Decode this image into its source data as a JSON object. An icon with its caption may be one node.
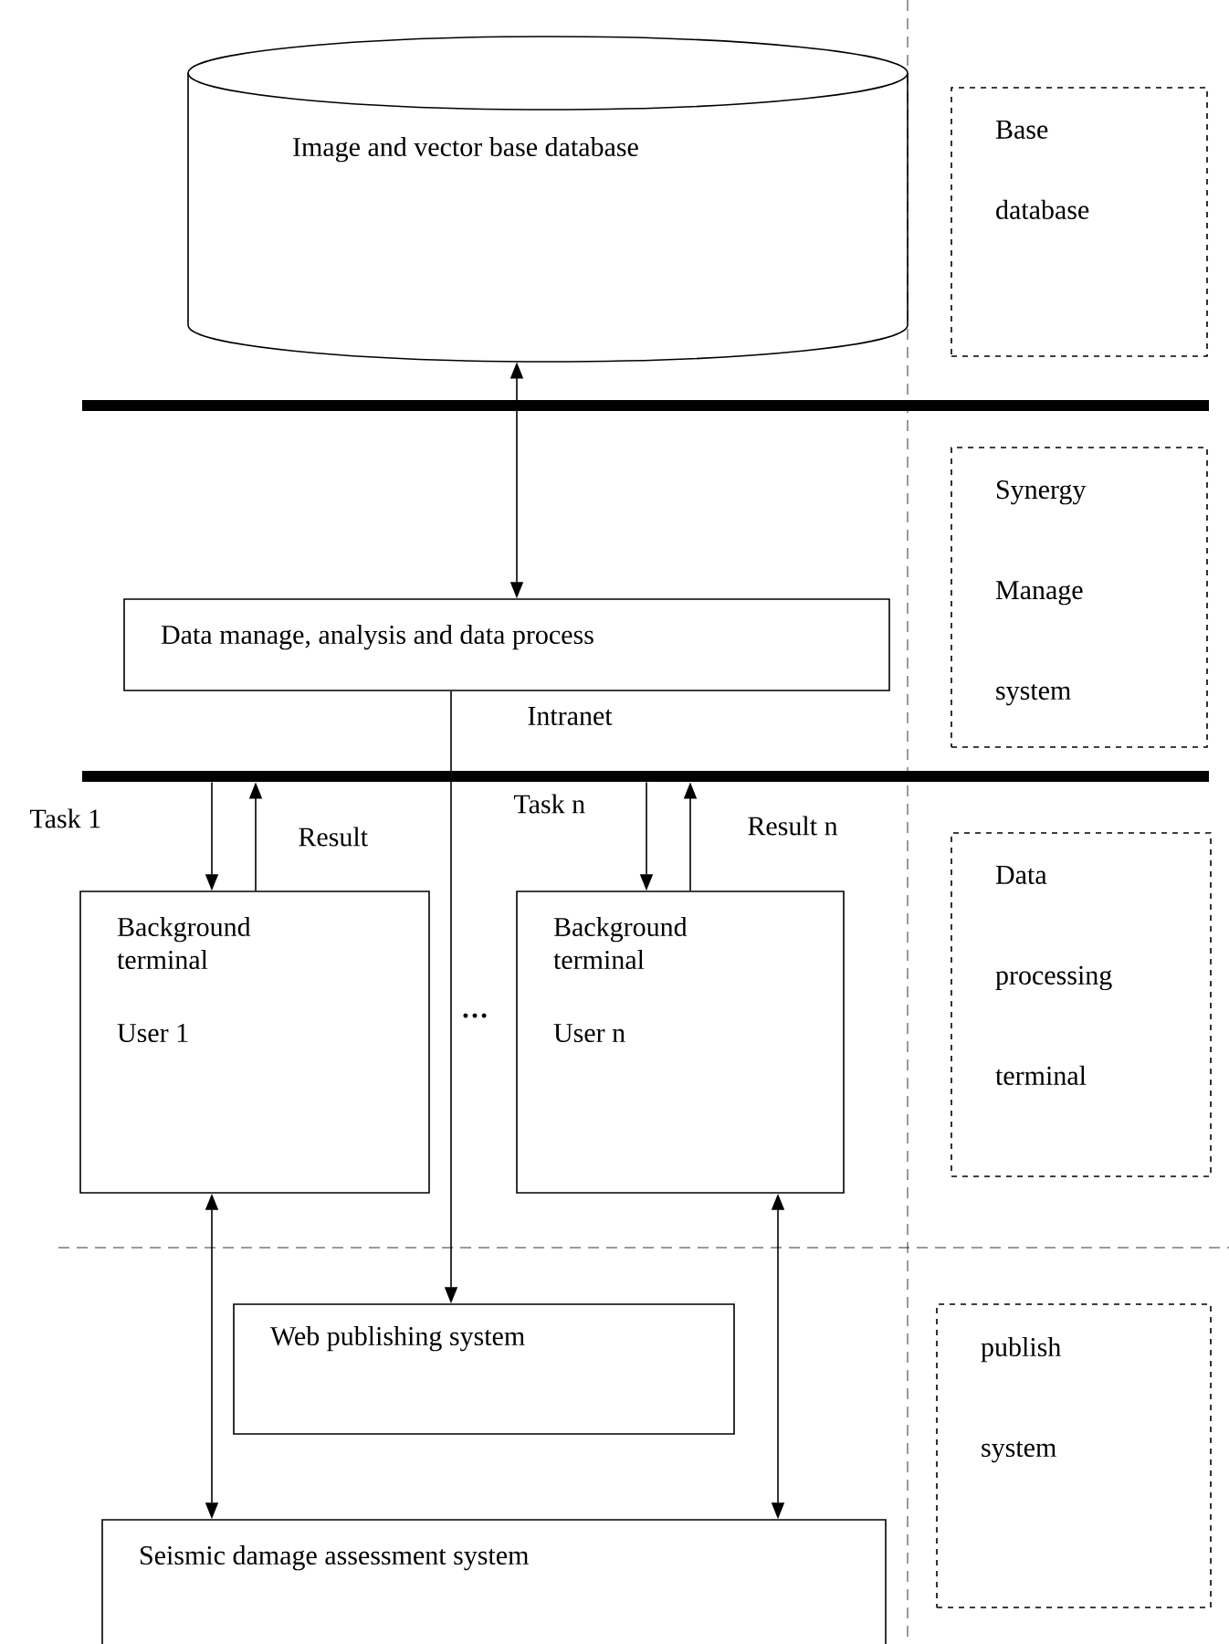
{
  "diagram": {
    "nodes": [
      {
        "text": [
          "Image and vector base database"
        ]
      },
      {
        "text": [
          "Base database"
        ]
      },
      {
        "text": [],
        "shape": "bar"
      },
      {
        "text": [
          "Synergy Manage system"
        ]
      },
      {
        "text": [
          "Data manage, analysis and data process"
        ]
      },
      {
        "text": [],
        "shape": "bar"
      },
      {
        "text": [
          "Background terminal",
          "User 1"
        ]
      },
      {
        "text": [
          "Background terminal",
          "User n"
        ]
      },
      {
        "text": [
          "Data processing terminal"
        ]
      },
      {
        "text": [
          "Web publishing system"
        ]
      },
      {
        "text": [
          "publish system"
        ]
      },
      {
        "text": [
          "Seismic damage assessment system"
        ]
      }
    ],
    "edges": [
      {
        "from": 0,
        "to": 4,
        "arrow": "both"
      },
      {
        "from": 4,
        "to": 9,
        "arrow": "to"
      },
      {
        "from": 5,
        "to": 6,
        "arrow": "to",
        "label": "Task 1"
      },
      {
        "from": 6,
        "to": 5,
        "arrow": "to",
        "label": "Result"
      },
      {
        "from": 5,
        "to": 7,
        "arrow": "to",
        "label": "Task n"
      },
      {
        "from": 7,
        "to": 5,
        "arrow": "to",
        "label": "Result n"
      },
      {
        "from": 6,
        "to": 11,
        "arrow": "both"
      },
      {
        "from": 7,
        "to": 11,
        "arrow": "both"
      }
    ],
    "labels": [
      "Intranet",
      "…"
    ]
  }
}
